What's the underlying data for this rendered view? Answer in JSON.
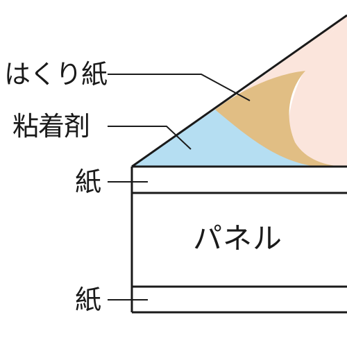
{
  "labels": {
    "release_paper": "はくり紙",
    "adhesive": "粘着剤",
    "paper_top": "紙",
    "panel": "パネル",
    "paper_bottom": "紙"
  },
  "colors": {
    "release_paper": "#fbe5dc",
    "adhesive_glue": "#e1be84",
    "adhesive_blue": "#b5def2",
    "outline": "#1a1a1a",
    "background": "#ffffff"
  }
}
